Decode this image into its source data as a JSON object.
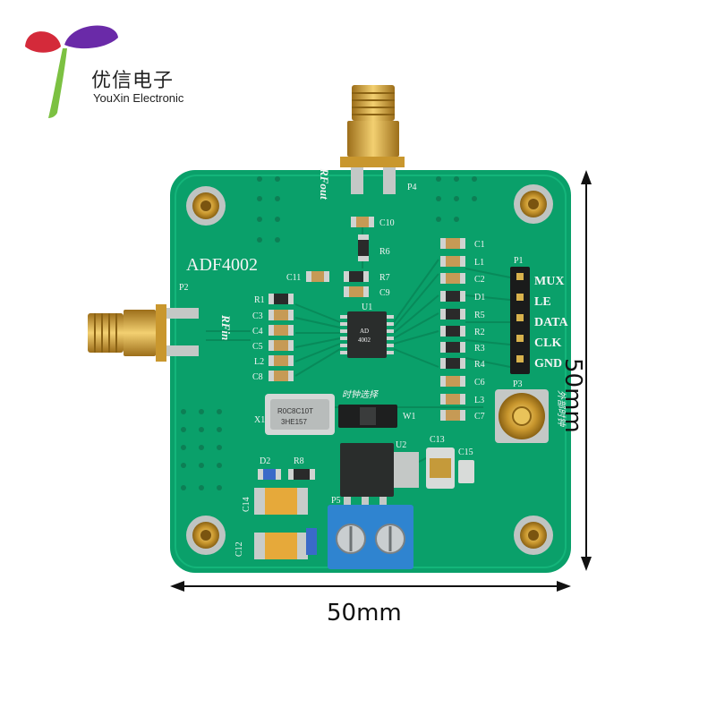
{
  "brand": {
    "name_cn": "优信电子",
    "name_en": "YouXin Electronic",
    "logo_colors": {
      "red": "#d42a3a",
      "purple": "#6a2aa8",
      "green": "#7cc142"
    }
  },
  "board": {
    "title": "ADF4002",
    "color": "#0aa06a",
    "connectors": {
      "rf_in_label": "RFin",
      "rf_out_label": "RFout",
      "p2": "P2",
      "p4": "P4",
      "p3": "P3",
      "p1": "P1",
      "p5": "P5",
      "external_clock": "外部时钟",
      "clock_select": "时钟选择"
    },
    "p1_pins": [
      "MUX",
      "LE",
      "DATA",
      "CLK",
      "GND"
    ],
    "components_left": [
      "R1",
      "C3",
      "C4",
      "C5",
      "L2",
      "C8"
    ],
    "components_right": [
      "C1",
      "L1",
      "C2",
      "D1",
      "R5",
      "R2",
      "R3",
      "R4",
      "C6",
      "L3",
      "C7"
    ],
    "components_top": [
      "C10",
      "R6",
      "C11",
      "R7",
      "C9",
      "U1"
    ],
    "components_bottom": [
      "X1",
      "W1",
      "U2",
      "C13",
      "C15",
      "D2",
      "R8",
      "C14",
      "C12"
    ],
    "chip_u1_text": [
      "AD",
      "4002"
    ],
    "crystal_text": [
      "R0C8C10T",
      "3HE157"
    ]
  },
  "dimensions": {
    "width": "50mm",
    "height": "50mm"
  }
}
